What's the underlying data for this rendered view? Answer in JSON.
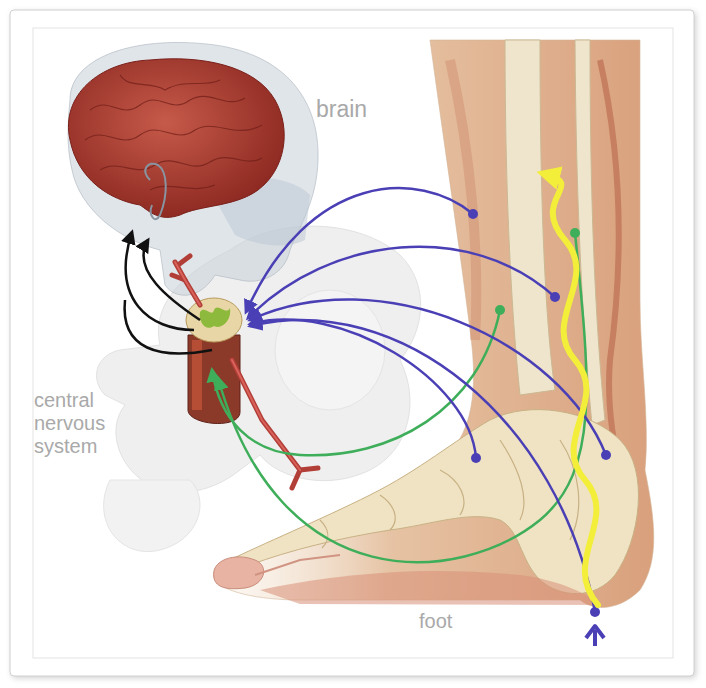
{
  "diagram": {
    "labels": [
      "brain",
      "central nervous system",
      "foot"
    ]
  }
}
